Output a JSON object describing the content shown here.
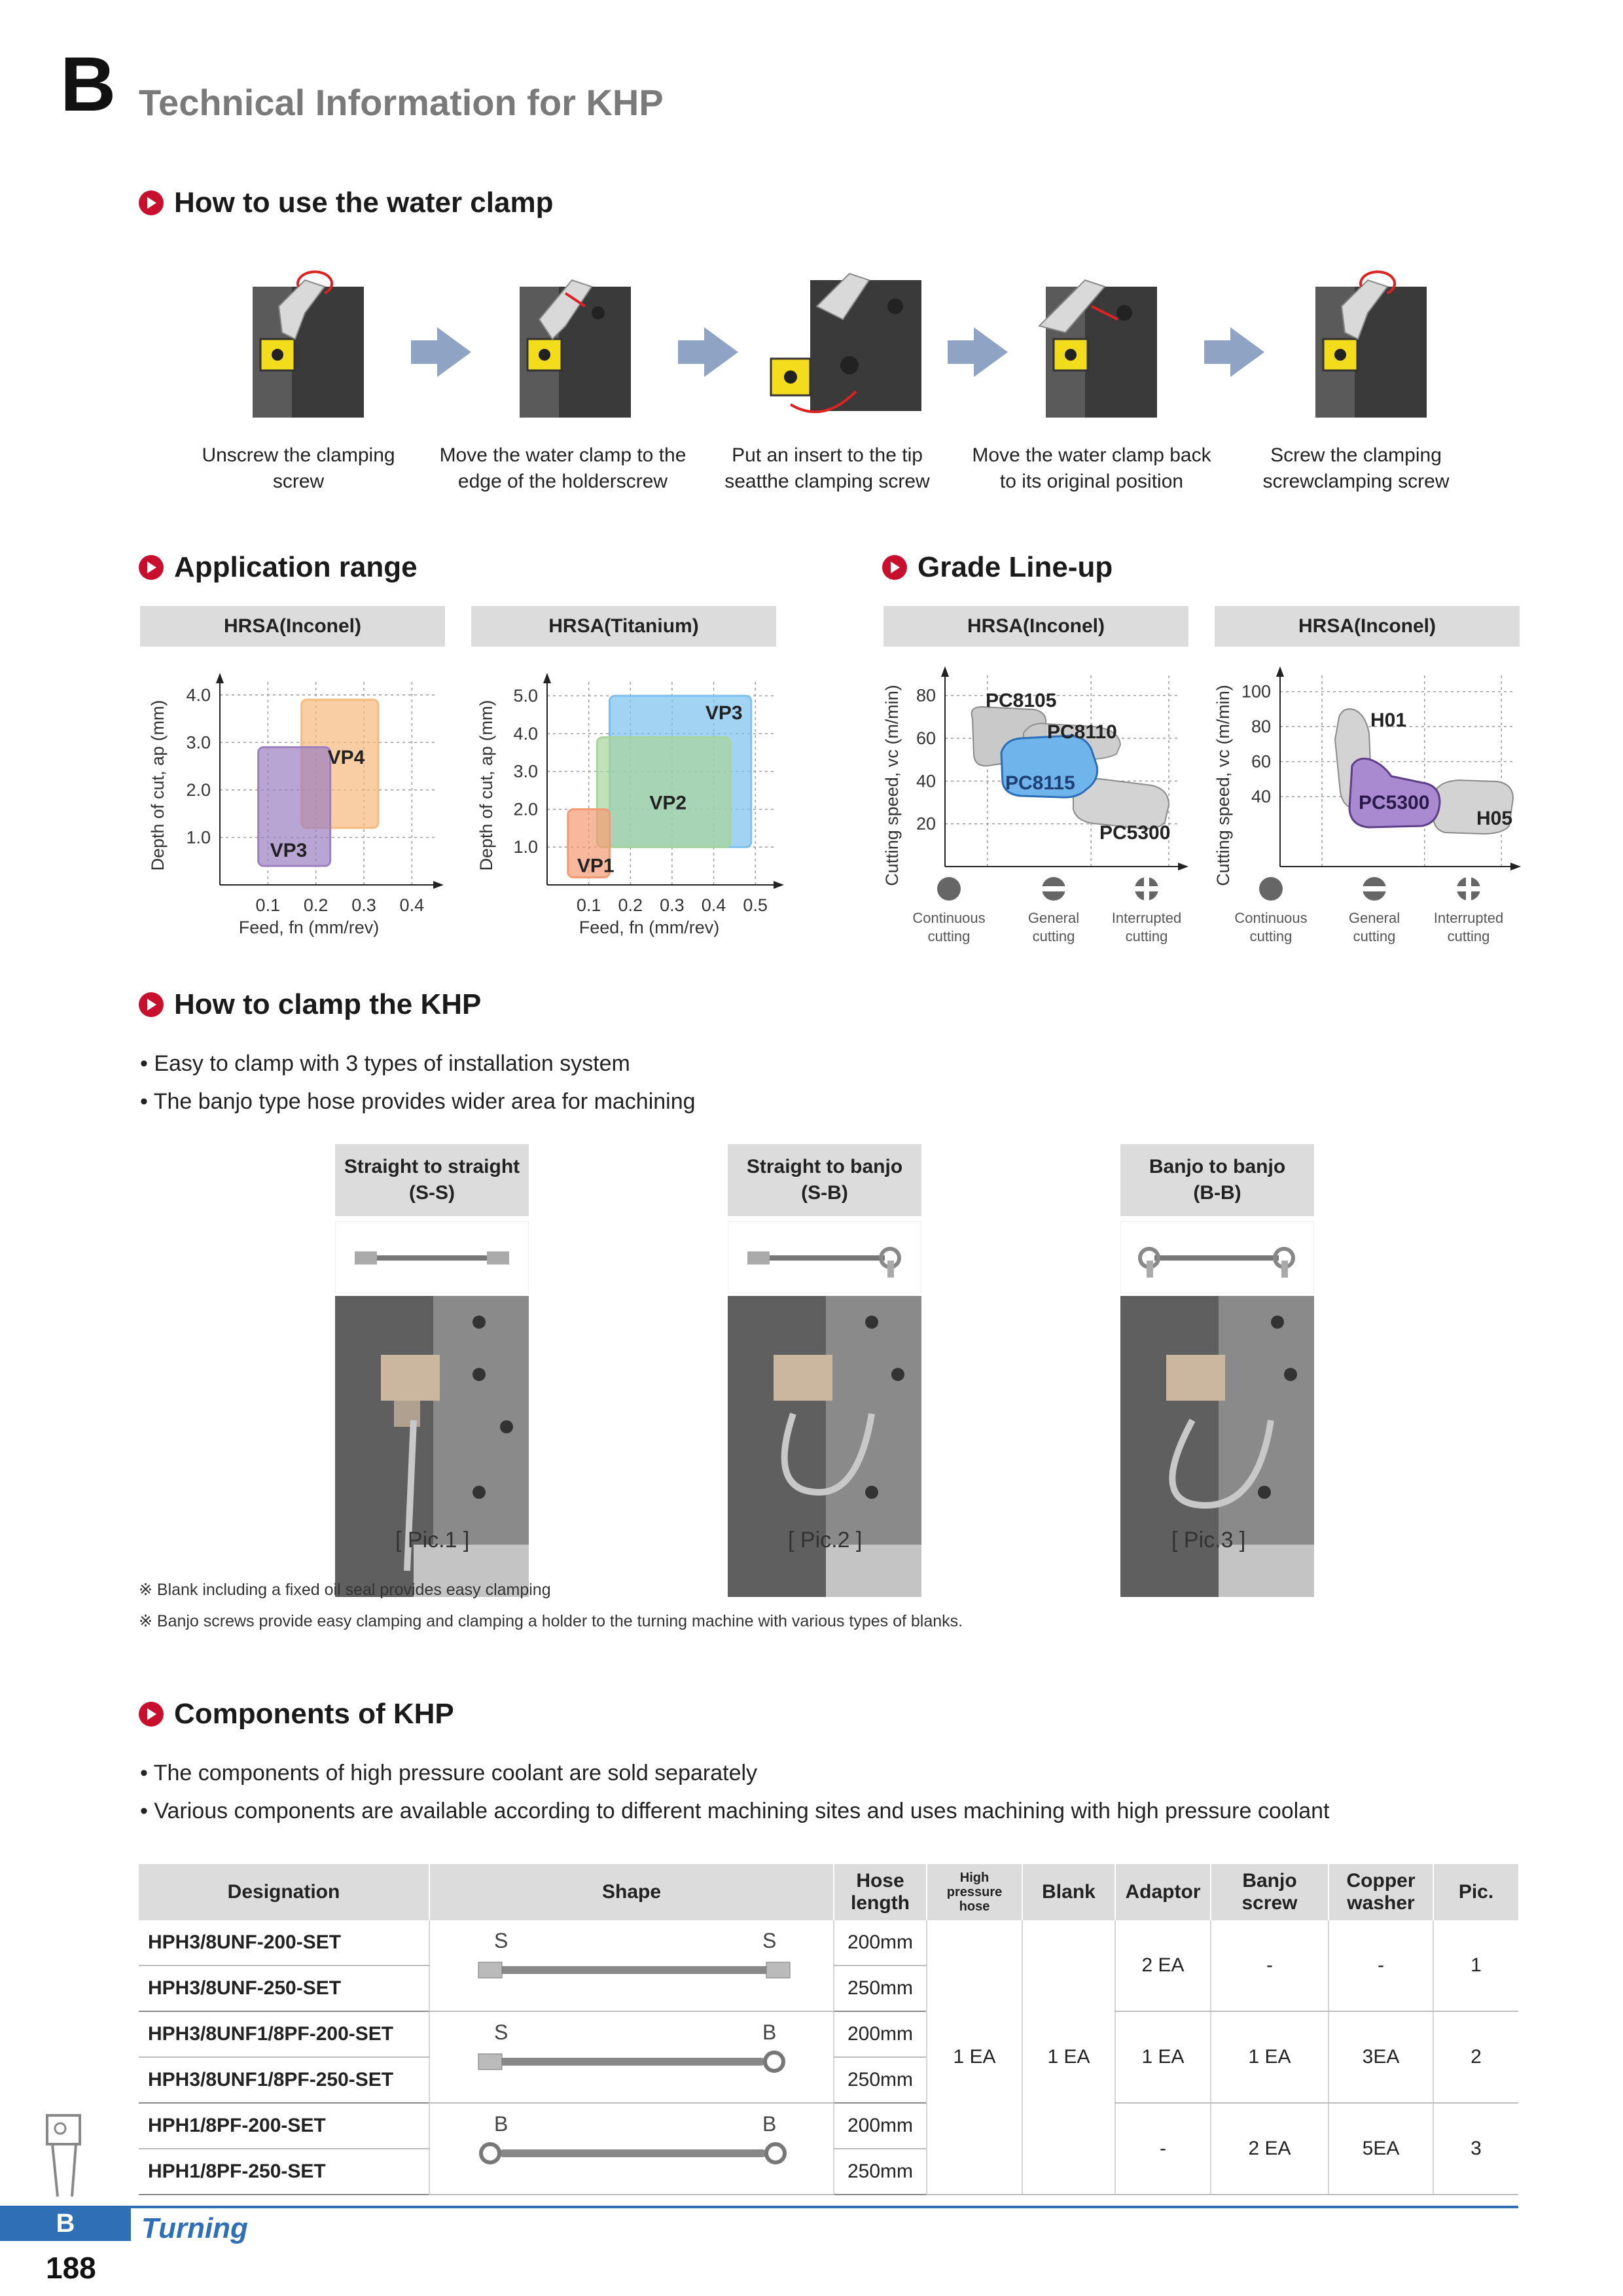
{
  "header": {
    "section_letter": "B",
    "title": "Technical Information for KHP"
  },
  "water_clamp": {
    "heading": "How to use the water clamp",
    "steps": [
      {
        "caption_l1": "Unscrew the clamping",
        "caption_l2": "screw"
      },
      {
        "caption_l1": "Move the water clamp to the",
        "caption_l2": "edge of the holderscrew"
      },
      {
        "caption_l1": "Put an insert to the tip",
        "caption_l2": "seatthe clamping screw"
      },
      {
        "caption_l1": "Move the water clamp back",
        "caption_l2": "to its original position"
      },
      {
        "caption_l1": "Screw the clamping",
        "caption_l2": "screwclamping screw"
      }
    ]
  },
  "application_range": {
    "heading": "Application range",
    "panels": [
      {
        "title": "HRSA(Inconel)",
        "ylabel": "Depth of cut, ap (mm)",
        "xlabel": "Feed, fn (mm/rev)"
      },
      {
        "title": "HRSA(Titanium)",
        "ylabel": "Depth of cut, ap (mm)",
        "xlabel": "Feed, fn (mm/rev)"
      }
    ]
  },
  "grade_lineup": {
    "heading": "Grade Line-up",
    "panels": [
      {
        "title": "HRSA(Inconel)",
        "ylabel": "Cutting speed, vc (m/min)"
      },
      {
        "title": "HRSA(Inconel)",
        "ylabel": "Cutting speed, vc (m/min)"
      }
    ],
    "conditions": [
      {
        "l1": "Continuous",
        "l2": "cutting"
      },
      {
        "l1": "General",
        "l2": "cutting"
      },
      {
        "l1": "Interrupted",
        "l2": "cutting"
      }
    ]
  },
  "chart_data": [
    {
      "type": "area",
      "title": "HRSA(Inconel)",
      "xlabel": "Feed, fn (mm/rev)",
      "ylabel": "Depth of cut, ap (mm)",
      "x_ticks": [
        "0.1",
        "0.2",
        "0.3",
        "0.4"
      ],
      "y_ticks": [
        "1.0",
        "2.0",
        "3.0",
        "4.0"
      ],
      "xlim": [
        0,
        0.45
      ],
      "ylim": [
        0,
        4.3
      ],
      "grid": true,
      "regions": [
        {
          "name": "VP4",
          "x": [
            0.17,
            0.33
          ],
          "y": [
            1.2,
            3.9
          ],
          "color": "#f6b97e"
        },
        {
          "name": "VP3",
          "x": [
            0.08,
            0.23
          ],
          "y": [
            0.4,
            2.9
          ],
          "color": "#9b7fc0"
        }
      ]
    },
    {
      "type": "area",
      "title": "HRSA(Titanium)",
      "xlabel": "Feed, fn (mm/rev)",
      "ylabel": "Depth of cut, ap (mm)",
      "x_ticks": [
        "0.1",
        "0.2",
        "0.3",
        "0.4",
        "0.5"
      ],
      "y_ticks": [
        "1.0",
        "2.0",
        "3.0",
        "4.0",
        "5.0"
      ],
      "xlim": [
        0,
        0.55
      ],
      "ylim": [
        0,
        5.4
      ],
      "grid": true,
      "regions": [
        {
          "name": "VP3",
          "x": [
            0.15,
            0.49
          ],
          "y": [
            1.0,
            5.0
          ],
          "color": "#7cc0ee"
        },
        {
          "name": "VP2",
          "x": [
            0.12,
            0.44
          ],
          "y": [
            1.0,
            3.9
          ],
          "color": "#a6d49a"
        },
        {
          "name": "VP1",
          "x": [
            0.05,
            0.15
          ],
          "y": [
            0.2,
            2.0
          ],
          "color": "#f39a73"
        }
      ]
    },
    {
      "type": "area",
      "title": "HRSA(Inconel)",
      "ylabel": "Cutting speed, vc (m/min)",
      "categories": [
        "Continuous cutting",
        "General cutting",
        "Interrupted cutting"
      ],
      "y_ticks": [
        "20",
        "40",
        "60",
        "80"
      ],
      "ylim": [
        0,
        90
      ],
      "grid": true,
      "regions": [
        {
          "name": "PC8105",
          "color": "#c9c9c9"
        },
        {
          "name": "PC8110",
          "color": "#c9c9c9"
        },
        {
          "name": "PC5300",
          "color": "#d3d3d3"
        },
        {
          "name": "PC8115",
          "color": "#6fb5ec"
        }
      ]
    },
    {
      "type": "area",
      "title": "HRSA(Inconel)",
      "ylabel": "Cutting speed, vc (m/min)",
      "categories": [
        "Continuous cutting",
        "General cutting",
        "Interrupted cutting"
      ],
      "y_ticks": [
        "40",
        "60",
        "80",
        "100"
      ],
      "ylim": [
        0,
        110
      ],
      "grid": true,
      "regions": [
        {
          "name": "H01",
          "color": "#d3d3d3"
        },
        {
          "name": "H05",
          "color": "#d3d3d3"
        },
        {
          "name": "PC5300",
          "color": "#a98ad0"
        }
      ]
    }
  ],
  "clamp": {
    "heading": "How to clamp the KHP",
    "bullets": [
      "• Easy to clamp with 3 types of installation system",
      "• The banjo type hose provides wider area for machining"
    ],
    "types": [
      {
        "l1": "Straight to straight",
        "l2": "(S-S)",
        "pic": "[ Pic.1 ]"
      },
      {
        "l1": "Straight to banjo",
        "l2": "(S-B)",
        "pic": "[ Pic.2 ]"
      },
      {
        "l1": "Banjo to banjo",
        "l2": "(B-B)",
        "pic": "[ Pic.3 ]"
      }
    ],
    "notes": [
      "※ Blank including a fixed oil seal provides easy clamping",
      "※ Banjo screws provide easy clamping and clamping a holder to the turning machine with various types of blanks."
    ]
  },
  "components": {
    "heading": "Components of KHP",
    "bullets": [
      "• The components of high pressure coolant are sold separately",
      "• Various components are available according to different machining sites and uses machining with high pressure coolant"
    ],
    "headers": {
      "designation": "Designation",
      "shape": "Shape",
      "hose_length_l1": "Hose",
      "hose_length_l2": "length",
      "hp_l1": "High",
      "hp_l2": "pressure",
      "hp_l3": "hose",
      "blank": "Blank",
      "adaptor": "Adaptor",
      "banjo": "Banjo screw",
      "copper_l1": "Copper",
      "copper_l2": "washer",
      "pic": "Pic."
    },
    "rows": [
      "HPH3/8UNF-200-SET",
      "HPH3/8UNF-250-SET",
      "HPH3/8UNF1/8PF-200-SET",
      "HPH3/8UNF1/8PF-250-SET",
      "HPH1/8PF-200-SET",
      "HPH1/8PF-250-SET"
    ],
    "lengths": [
      "200mm",
      "250mm",
      "200mm",
      "250mm",
      "200mm",
      "250mm"
    ],
    "shape_ends": [
      {
        "left": "S",
        "right": "S"
      },
      {
        "left": "S",
        "right": "B"
      },
      {
        "left": "B",
        "right": "B"
      }
    ],
    "common": {
      "hp_hose": "1 EA",
      "blank": "1 EA"
    },
    "groups": [
      {
        "adaptor": "2 EA",
        "banjo": "-",
        "copper": "-",
        "pic": "1"
      },
      {
        "adaptor": "1 EA",
        "banjo": "1 EA",
        "copper": "3EA",
        "pic": "2"
      },
      {
        "adaptor": "-",
        "banjo": "2 EA",
        "copper": "5EA",
        "pic": "3"
      }
    ]
  },
  "footer": {
    "tab_letter": "B",
    "section": "Turning",
    "page": "188"
  }
}
